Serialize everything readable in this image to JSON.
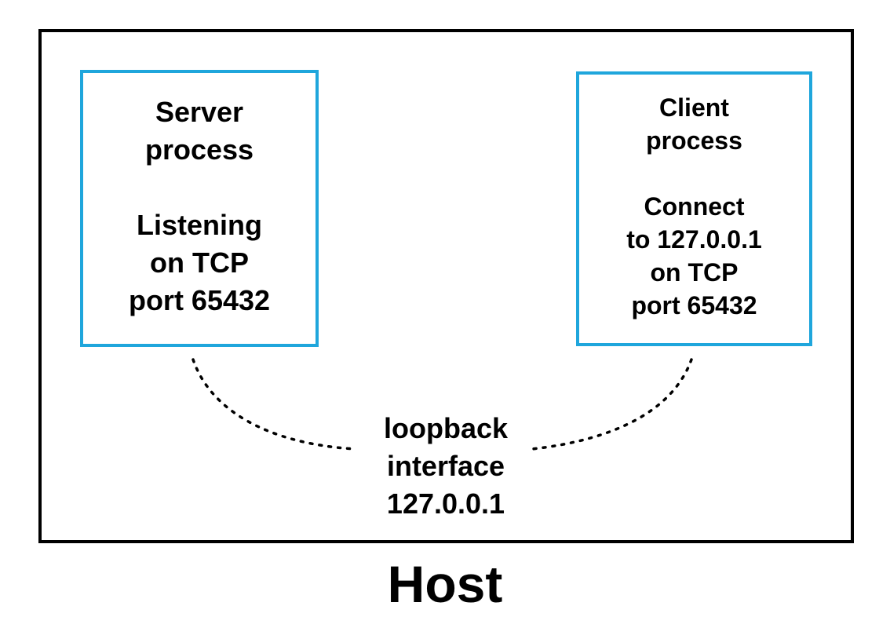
{
  "host": {
    "label": "Host"
  },
  "server": {
    "lines": [
      "Server",
      "process",
      "",
      "Listening",
      "on TCP",
      "port 65432"
    ]
  },
  "client": {
    "lines": [
      "Client",
      "process",
      "",
      "Connect",
      "to 127.0.0.1",
      "on TCP",
      "port 65432"
    ]
  },
  "loopback": {
    "lines": [
      "loopback",
      "interface",
      "127.0.0.1"
    ]
  },
  "colors": {
    "process_border": "#1fa6dc",
    "host_border": "#000000",
    "text": "#000000"
  }
}
